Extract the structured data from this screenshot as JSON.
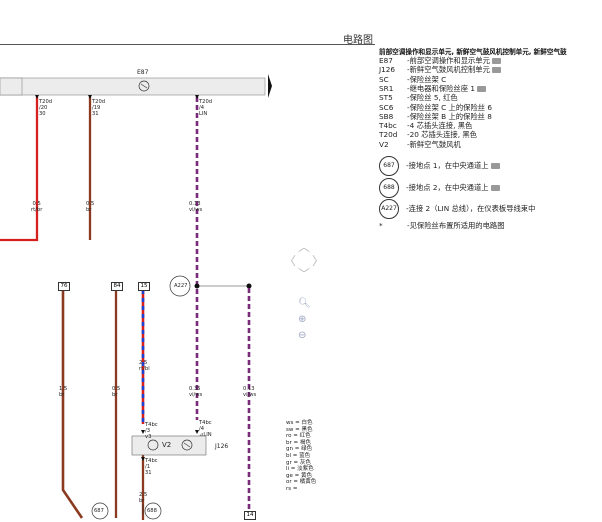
{
  "title": "电路图",
  "header": "前部空调操作和显示单元, 新鲜空气鼓风机控制单元, 新鲜空气鼓",
  "legend": [
    {
      "code": "E87",
      "text": "-前部空调操作和显示单元",
      "cam": true
    },
    {
      "code": "J126",
      "text": "-新鲜空气鼓风机控制单元",
      "cam": true
    },
    {
      "code": "SC",
      "text": "-保险丝架 C",
      "cam": false
    },
    {
      "code": "SR1",
      "text": "-继电器和保险丝座 1",
      "cam": true
    },
    {
      "code": "ST5",
      "text": "-保险丝 5, 红色",
      "cam": false
    },
    {
      "code": "SC6",
      "text": "-保险丝架 C 上的保险丝 6",
      "cam": false
    },
    {
      "code": "SB8",
      "text": "-保险丝架 B 上的保险丝 8",
      "cam": false
    },
    {
      "code": "T4bc",
      "text": "-4 芯插头连接, 黑色",
      "cam": false
    },
    {
      "code": "T20d",
      "text": "-20 芯插头连接, 黑色",
      "cam": false
    },
    {
      "code": "V2",
      "text": "-新鲜空气鼓风机",
      "cam": false
    }
  ],
  "grounds": [
    {
      "id": "687",
      "text": "-接地点 1，在中央通道上",
      "cam": true
    },
    {
      "id": "688",
      "text": "-接地点 2，在中央通道上",
      "cam": true
    },
    {
      "id": "A227",
      "text": "-连接 2（LIN 总线），在仪表板导线束中",
      "cam": false
    }
  ],
  "note": {
    "sym": "*",
    "text": "-见保险丝布置所适用的电路图"
  },
  "diagram": {
    "e87_label": "E87",
    "j126_label": "J126",
    "v2_label": "V2",
    "a227_label": "A227",
    "ground_687": "687",
    "ground_688": "688",
    "pin1": "T20d\n/20\n30",
    "pin2": "T20d\n/19\n31",
    "pin3": "T20d\n/4\nLIN",
    "wire1": "0.5\nrt/br",
    "wire2": "0.5\nbr",
    "wire3": "0.13\nvi/ws",
    "box76": "76",
    "box84": "84",
    "box15": "15",
    "box14": "14",
    "wire4": "1.5\nbr",
    "wire5": "0.5\nbr",
    "wire6": "2.5\nrt/bl",
    "wire7": "0.35\nvi/ws",
    "wire8": "0.13\nvi/ws",
    "t4bc_3": "T4bc\n/3\nv3",
    "t4bc_4": "T4bc\n/4\n⊿LIN",
    "t4bc_1": "T4bc\n/1\n31",
    "wire9": "2.5\nbr"
  },
  "color_codes": [
    "ws = 白色",
    "sw = 黑色",
    "ro = 红色",
    "br = 褐色",
    "gn = 绿色",
    "bl = 蓝色",
    "gr = 灰色",
    "li = 淡紫色",
    "ge = 黄色",
    "or = 橘黄色",
    "rs = "
  ],
  "colors": {
    "red": "#d6201f",
    "brown": "#8b3a1f",
    "purple": "#7a2a7a",
    "blue": "#1f3fd6"
  }
}
